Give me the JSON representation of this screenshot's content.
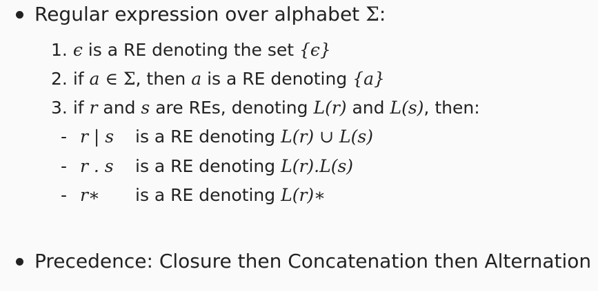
{
  "bullet1": {
    "text": "Regular expression over alphabet ",
    "symbol": "Σ",
    "colon": ":"
  },
  "item1": {
    "num": "1.",
    "sym": "ϵ",
    "text": " is a RE denoting the set ",
    "set": "{ϵ}"
  },
  "item2": {
    "num": "2.",
    "t1": "if ",
    "a": "a",
    "in": " ∈ Σ",
    "t2": ", then ",
    "a2": "a",
    "t3": " is a RE denoting ",
    "set": "{a}"
  },
  "item3": {
    "num": "3.",
    "t1": "if ",
    "r": "r",
    "t2": " and ",
    "s": "s",
    "t3": " are REs, denoting ",
    "Lr": "L(r)",
    "t4": " and ",
    "Ls": "L(s)",
    "t5": ", then:"
  },
  "sub": [
    {
      "dash": "-",
      "expr": "r | s",
      "desc": "is a RE denoting ",
      "math": "L(r) ∪ L(s)"
    },
    {
      "dash": "-",
      "expr": "r . s",
      "desc": "is a RE denoting ",
      "math": "L(r).L(s)"
    },
    {
      "dash": "-",
      "expr": "r∗",
      "desc": "is a RE denoting ",
      "math": "L(r)∗"
    }
  ],
  "bullet2": {
    "text": "Precedence: Closure then Concatenation then Alternation"
  }
}
